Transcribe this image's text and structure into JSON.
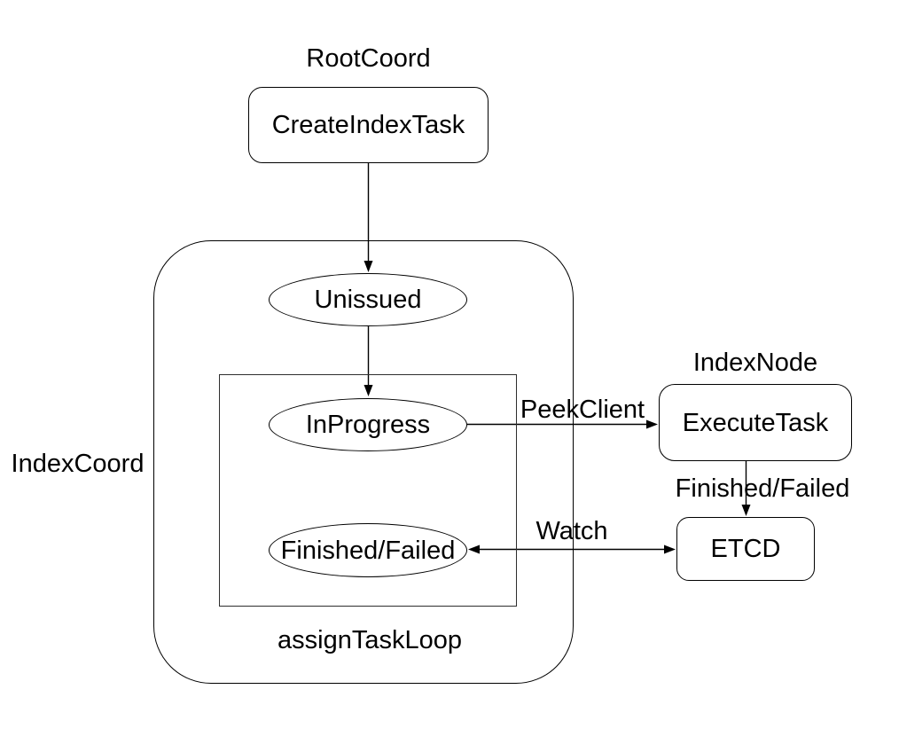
{
  "diagram": {
    "title_labels": {
      "root_coord": "RootCoord",
      "index_coord": "IndexCoord",
      "index_node": "IndexNode",
      "assign_task_loop": "assignTaskLoop"
    },
    "nodes": {
      "create_index_task": "CreateIndexTask",
      "unissued": "Unissued",
      "in_progress": "InProgress",
      "finished_failed": "Finished/Failed",
      "execute_task": "ExecuteTask",
      "etcd": "ETCD"
    },
    "edge_labels": {
      "peek_client": "PeekClient",
      "finished_failed": "Finished/Failed",
      "watch": "Watch"
    },
    "colors": {
      "stroke": "#000000",
      "background": "#ffffff",
      "text": "#000000"
    }
  }
}
